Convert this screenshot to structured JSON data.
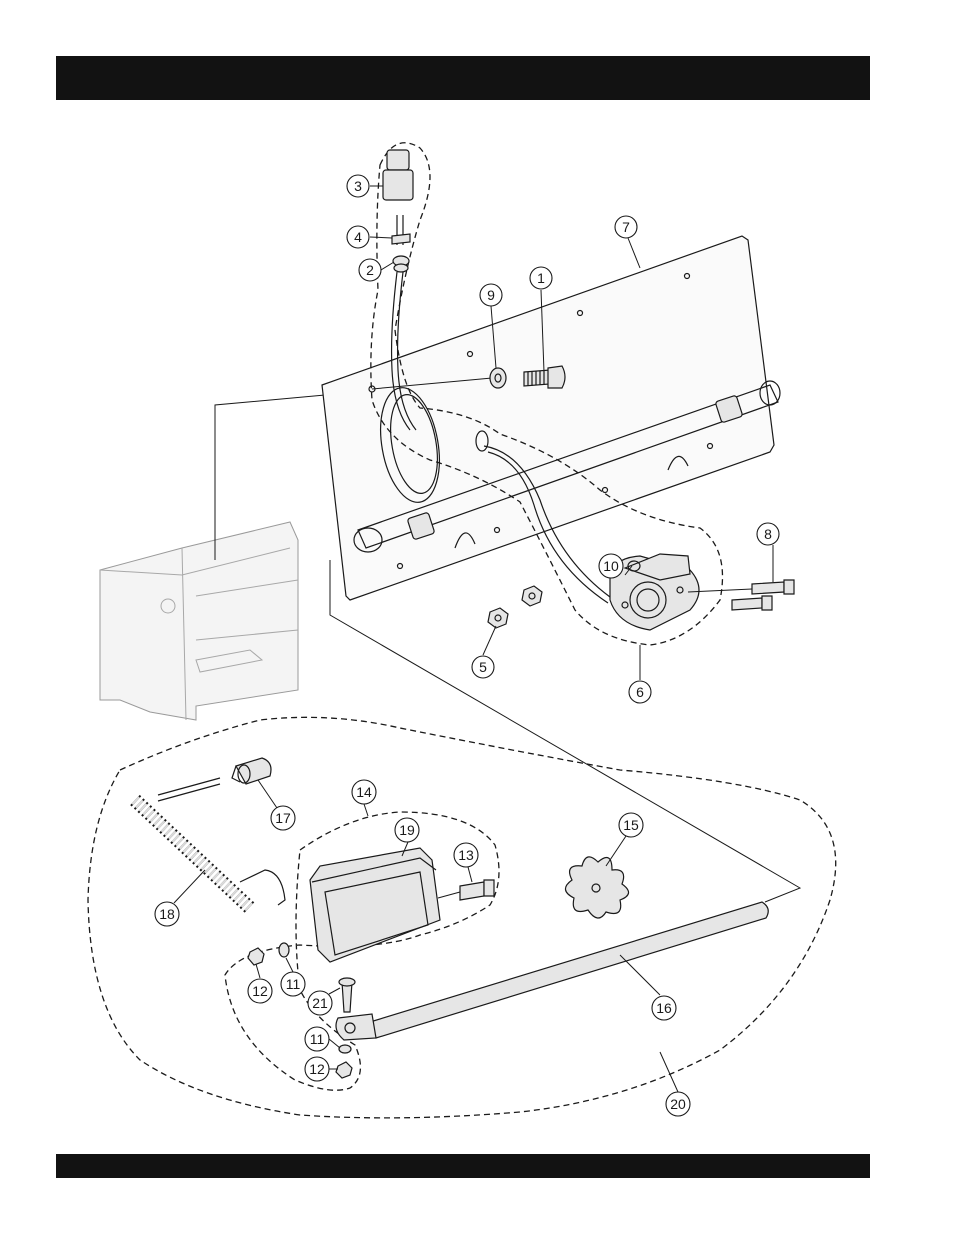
{
  "header": {
    "bar_color": "#121212"
  },
  "footer": {
    "bar_color": "#121212"
  },
  "diagram": {
    "callouts": [
      {
        "id": "c1",
        "label": "1"
      },
      {
        "id": "c2",
        "label": "2"
      },
      {
        "id": "c3",
        "label": "3"
      },
      {
        "id": "c4",
        "label": "4"
      },
      {
        "id": "c5",
        "label": "5"
      },
      {
        "id": "c6",
        "label": "6"
      },
      {
        "id": "c7",
        "label": "7"
      },
      {
        "id": "c8",
        "label": "8"
      },
      {
        "id": "c9",
        "label": "9"
      },
      {
        "id": "c10",
        "label": "10"
      },
      {
        "id": "c11a",
        "label": "11"
      },
      {
        "id": "c11b",
        "label": "11"
      },
      {
        "id": "c12a",
        "label": "12"
      },
      {
        "id": "c12b",
        "label": "12"
      },
      {
        "id": "c13",
        "label": "13"
      },
      {
        "id": "c14",
        "label": "14"
      },
      {
        "id": "c15",
        "label": "15"
      },
      {
        "id": "c16",
        "label": "16"
      },
      {
        "id": "c17",
        "label": "17"
      },
      {
        "id": "c18",
        "label": "18"
      },
      {
        "id": "c19",
        "label": "19"
      },
      {
        "id": "c20",
        "label": "20"
      },
      {
        "id": "c21",
        "label": "21"
      }
    ]
  }
}
